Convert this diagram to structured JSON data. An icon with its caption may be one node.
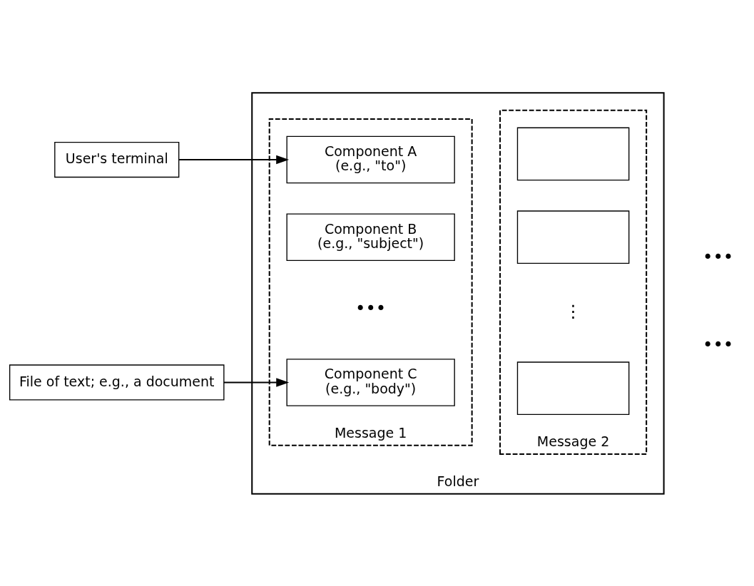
{
  "diagram": {
    "nodes": [
      {
        "text": [
          "Folder"
        ]
      },
      {
        "text": [
          "Message 1"
        ],
        "in": 0
      },
      {
        "text": [
          "Component A",
          "(e.g., \"to\")"
        ],
        "in": 1
      },
      {
        "text": [
          "Component B",
          "(e.g., \"subject\")"
        ],
        "in": 1
      },
      {
        "text": [
          "Component C",
          "(e.g., \"body\")"
        ],
        "in": 1
      },
      {
        "text": [
          "Message 2"
        ],
        "in": 0
      },
      {
        "text": [],
        "shape": "box",
        "in": 5
      },
      {
        "text": [],
        "shape": "box",
        "in": 5
      },
      {
        "text": [],
        "shape": "box",
        "in": 5
      },
      {
        "text": [
          "User's terminal"
        ]
      },
      {
        "text": [
          "File of text; e.g., a document"
        ]
      }
    ],
    "edges": [
      {
        "from": 9,
        "to": 2,
        "arrow": "to"
      },
      {
        "from": 10,
        "to": 4,
        "arrow": "to"
      }
    ],
    "labels": [
      "•••",
      "•••",
      "•••",
      "⋮"
    ]
  }
}
